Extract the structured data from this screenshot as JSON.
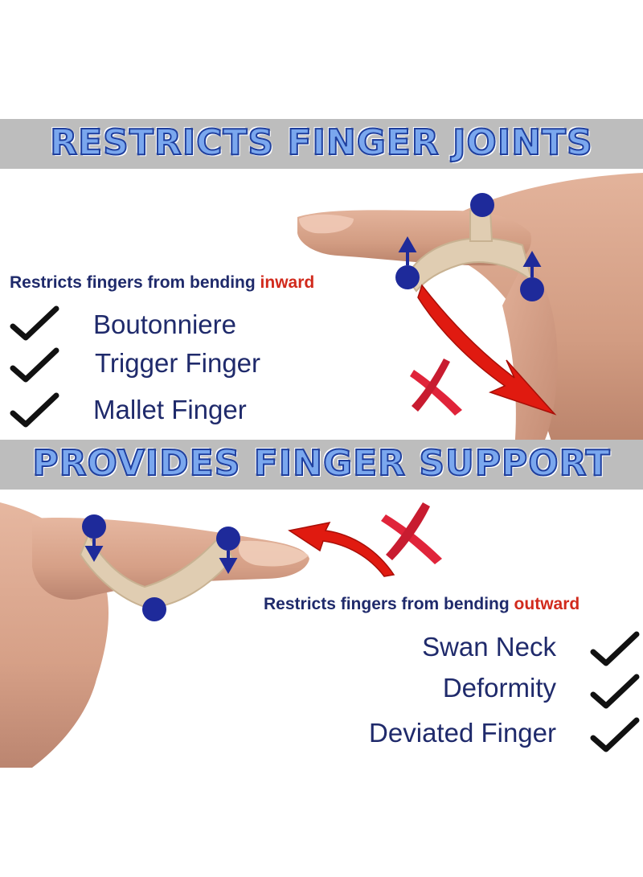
{
  "section_top": {
    "banner_title": "RESTRICTS FINGER JOINTS",
    "headline_prefix": "Restricts fingers from bending ",
    "headline_highlight": "inward",
    "items": [
      "Boutonniere",
      "Trigger Finger",
      "Mallet Finger"
    ]
  },
  "section_bottom": {
    "banner_title": "PROVIDES FINGER SUPPORT",
    "headline_prefix": "Restricts fingers from bending ",
    "headline_highlight": "outward",
    "items": [
      "Swan Neck",
      "Deformity",
      "Deviated Finger"
    ]
  },
  "colors": {
    "navy": "#1f2a6b",
    "highlight_red": "#d12a1c",
    "banner_bg": "#bdbdbd",
    "banner_text": "#7aa7ee",
    "dot_blue": "#1e2a9a",
    "splint_beige": "#e0cdb2",
    "skin": "#d8a58c",
    "arrow_red": "#e01a10"
  },
  "icons": [
    "check-icon",
    "cross-icon",
    "curved-arrow-icon",
    "pressure-dot-icon"
  ]
}
